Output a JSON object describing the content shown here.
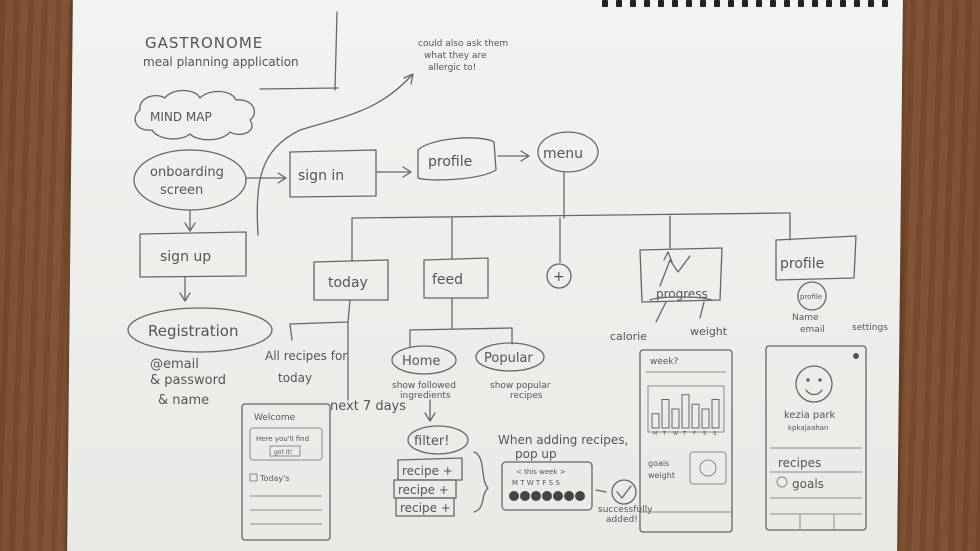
{
  "title": "GASTRONOME",
  "subtitle": "meal planning application",
  "mind_map_label": "MIND MAP",
  "side_note": [
    "could also ask them",
    "what they are",
    "allergic to!"
  ],
  "nodes": {
    "onboarding": [
      "onboarding",
      "screen"
    ],
    "signin": "sign in",
    "signup": "sign up",
    "registration": "Registration",
    "profile_top": "profile",
    "menu": "menu",
    "today": "today",
    "feed": "feed",
    "plus": "+",
    "progress": "progress",
    "profile_right": "profile",
    "home": "Home",
    "popular": "Popular",
    "filter": "filter!",
    "recipe_rows": [
      "recipe +",
      "recipe +",
      "recipe +"
    ]
  },
  "notes": {
    "registration": [
      "@email",
      "& password",
      "& name"
    ],
    "today": [
      "All recipes for",
      "today"
    ],
    "next_days": "next 7 days",
    "home": [
      "show followed",
      "ingredients"
    ],
    "popular": [
      "show popular",
      "recipes"
    ],
    "adding": [
      "When adding recipes,",
      "pop up"
    ],
    "success": [
      "successfully",
      "added!"
    ],
    "calorie": "calorie",
    "weight": "weight",
    "profile_sub": "profile",
    "profile_items": [
      "Name",
      "email"
    ],
    "settings": "settings"
  },
  "wireframes": {
    "today": {
      "welcome": "Welcome",
      "line1": "Here you'll find",
      "button": "got it!",
      "today": "Today's"
    },
    "popup": {
      "header": "< this week >",
      "days": "M T W T F S S"
    },
    "progress": {
      "header": "week?",
      "goals": "goals",
      "weight": "weight"
    },
    "profile": {
      "name": "kezia park",
      "handle": "kpkajaahan",
      "recipes": "recipes",
      "goals": "goals"
    }
  },
  "chart_data": {
    "type": "bar",
    "categories": [
      "M",
      "T",
      "W",
      "T",
      "F",
      "S",
      "S"
    ],
    "values": [
      3,
      6,
      4,
      7,
      5,
      4,
      6
    ],
    "ylim": [
      0,
      8
    ]
  }
}
